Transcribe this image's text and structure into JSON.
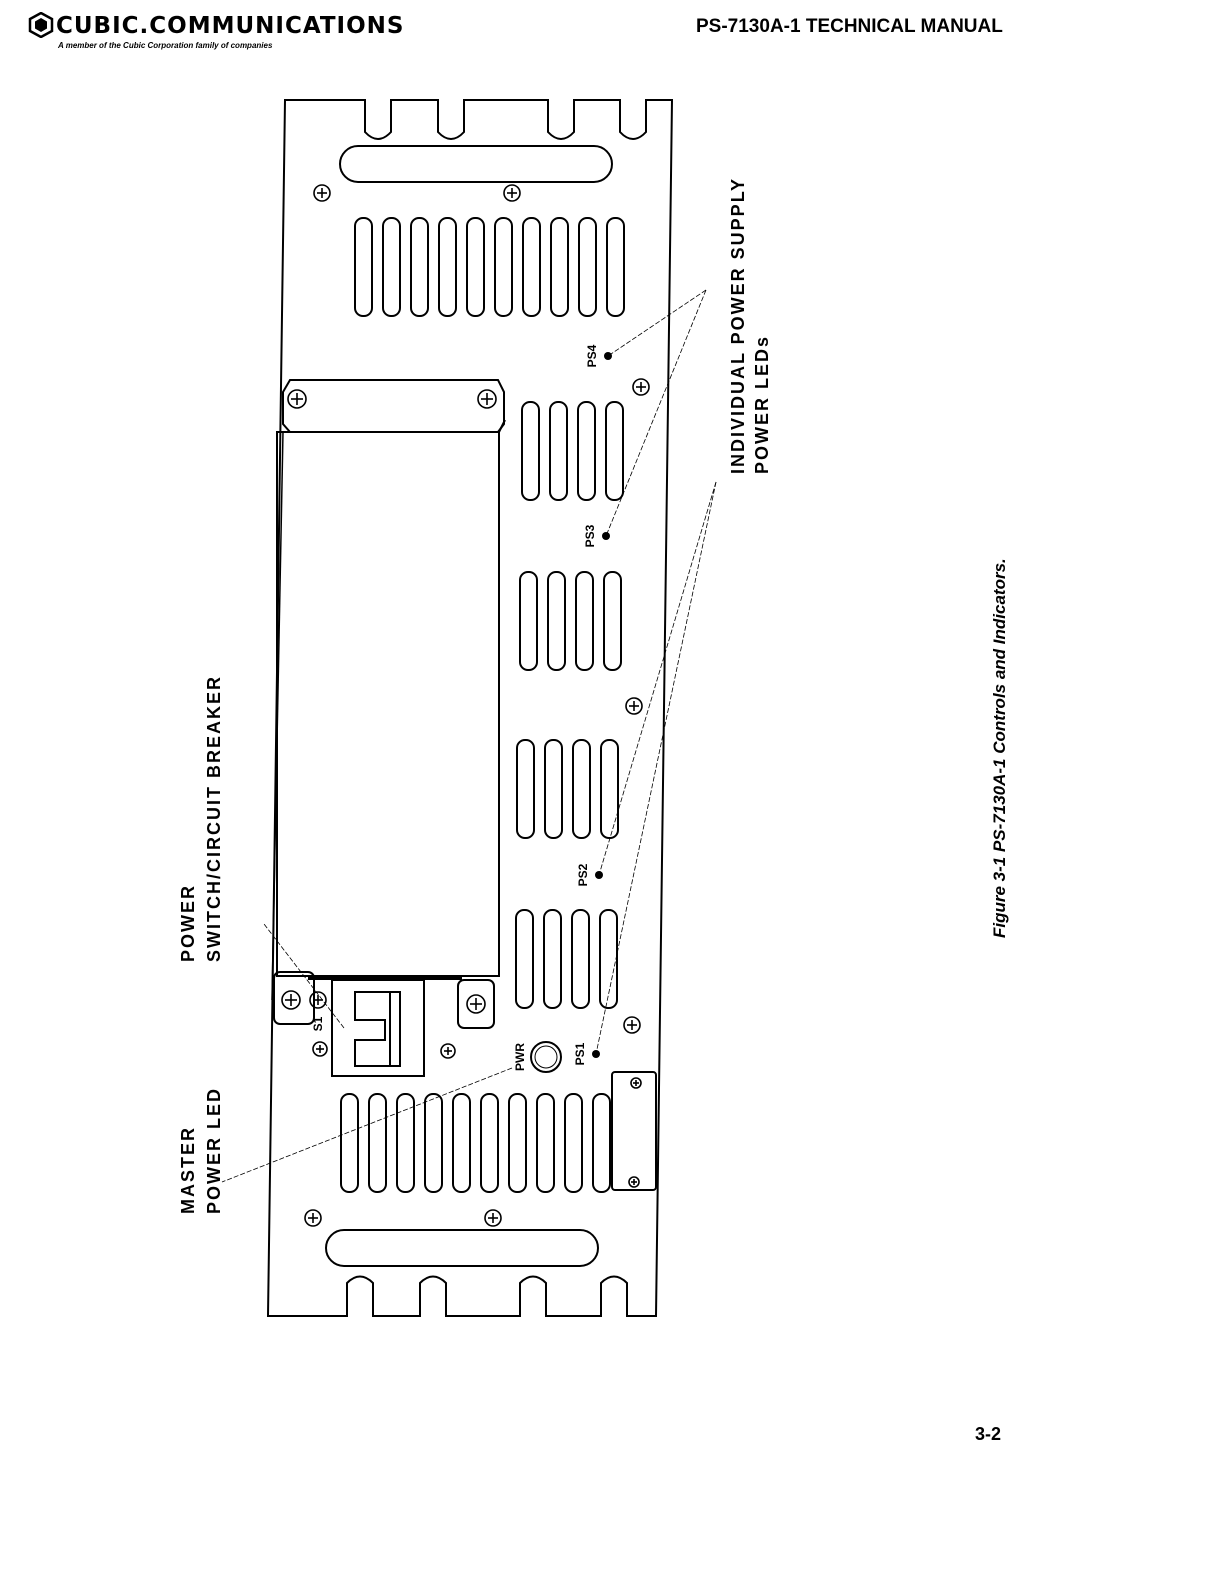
{
  "header": {
    "company_name": "CUBIC.COMMUNICATIONS",
    "company_tagline": "A member of the Cubic Corporation family of companies",
    "manual_title": "PS-7130A-1 TECHNICAL MANUAL"
  },
  "figure": {
    "caption": "Figure 3-1 PS-7130A-1 Controls and Indicators.",
    "callouts": {
      "individual_line1": "INDIVIDUAL POWER SUPPLY",
      "individual_line2": "POWER LEDs",
      "power_line1": "POWER",
      "power_line2": "SWITCH/CIRCUIT BREAKER",
      "master_line1": "MASTER",
      "master_line2": "POWER LED"
    },
    "panel_labels": {
      "ps1": "PS1",
      "ps2": "PS2",
      "ps3": "PS3",
      "ps4": "PS4",
      "pwr": "PWR",
      "s1": "S1"
    }
  },
  "footer": {
    "page_number": "3-2"
  },
  "icons": {
    "logo": "cubic-hexagon-logo-icon",
    "screw": "screw-icon",
    "led": "led-indicator-icon"
  }
}
